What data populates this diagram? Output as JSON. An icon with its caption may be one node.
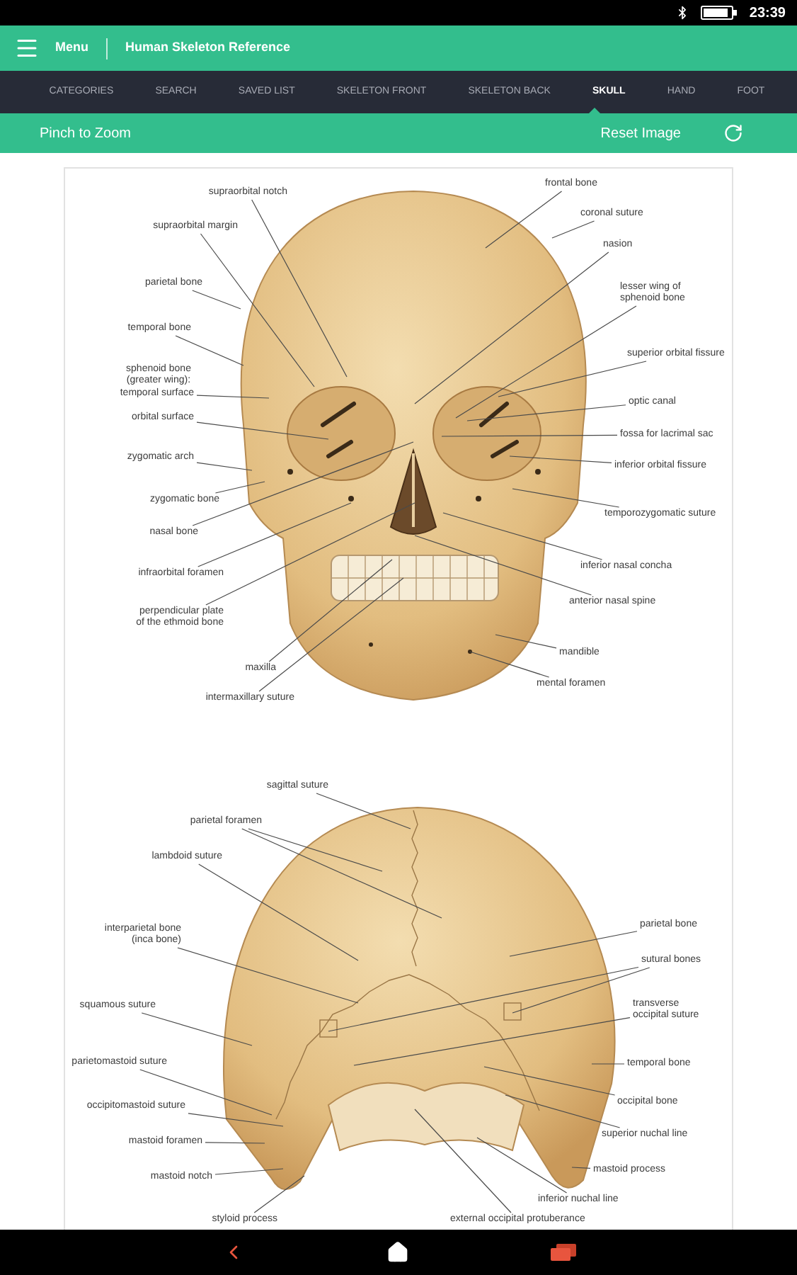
{
  "diagram": {
    "nodes": [
      {
        "text": [
          "supraorbital notch"
        ]
      },
      {
        "text": [
          "supraorbital margin"
        ]
      },
      {
        "text": [
          "parietal bone"
        ]
      },
      {
        "text": [
          "temporal bone"
        ]
      },
      {
        "text": [
          "temporal surface"
        ]
      },
      {
        "text": [
          "orbital surface"
        ]
      },
      {
        "text": [
          "zygomatic arch"
        ]
      },
      {
        "text": [
          "zygomatic bone"
        ]
      },
      {
        "text": [
          "nasal bone"
        ]
      },
      {
        "text": [
          "infraorbital foramen"
        ]
      },
      {
        "text": [
          "perpendicular plate of the ethmoid bone"
        ]
      },
      {
        "text": [
          "maxilla"
        ]
      },
      {
        "text": [
          "intermaxillary suture"
        ]
      },
      {
        "text": [
          "frontal bone"
        ]
      },
      {
        "text": [
          "coronal suture"
        ]
      },
      {
        "text": [
          "nasion"
        ]
      },
      {
        "text": [
          "lesser wing of sphenoid bone"
        ]
      },
      {
        "text": [
          "superior orbital fissure"
        ]
      },
      {
        "text": [
          "optic canal"
        ]
      },
      {
        "text": [
          "fossa for lacrimal sac"
        ]
      },
      {
        "text": [
          "inferior orbital fissure"
        ]
      },
      {
        "text": [
          "temporozygomatic suture"
        ]
      },
      {
        "text": [
          "inferior nasal concha"
        ]
      },
      {
        "text": [
          "anterior nasal spine"
        ]
      },
      {
        "text": [
          "mandible"
        ]
      },
      {
        "text": [
          "mental foramen"
        ]
      },
      {
        "text": [
          "sagittal suture"
        ]
      },
      {
        "text": [
          "parietal foramen"
        ]
      },
      {
        "text": [
          "lambdoid suture"
        ]
      },
      {
        "text": [
          "interparietal bone (inca bone)"
        ]
      },
      {
        "text": [
          "squamous suture"
        ]
      },
      {
        "text": [
          "parietomastoid suture"
        ]
      },
      {
        "text": [
          "occipitomastoid suture"
        ]
      },
      {
        "text": [
          "mastoid foramen"
        ]
      },
      {
        "text": [
          "mastoid notch"
        ]
      },
      {
        "text": [
          "styloid process"
        ]
      },
      {
        "text": [
          "parietal bone"
        ]
      },
      {
        "text": [
          "sutural bones"
        ]
      },
      {
        "text": [
          "transverse occipital suture"
        ]
      },
      {
        "text": [
          "temporal bone"
        ]
      },
      {
        "text": [
          "occipital bone"
        ]
      },
      {
        "text": [
          "superior nuchal line"
        ]
      },
      {
        "text": [
          "mastoid process"
        ]
      },
      {
        "text": [
          "inferior nuchal line"
        ]
      },
      {
        "text": [
          "external occipital protuberance"
        ]
      }
    ],
    "edges": [
      {
        "from": 0,
        "to": null,
        "arrow": "none"
      },
      {
        "from": 1,
        "to": null,
        "arrow": "none"
      },
      {
        "from": 2,
        "to": null,
        "arrow": "none"
      },
      {
        "from": 3,
        "to": null,
        "arrow": "none"
      },
      {
        "from": 4,
        "to": null,
        "arrow": "none"
      },
      {
        "from": 5,
        "to": null,
        "arrow": "none"
      },
      {
        "from": 6,
        "to": null,
        "arrow": "none"
      },
      {
        "from": 7,
        "to": null,
        "arrow": "none"
      },
      {
        "from": 8,
        "to": null,
        "arrow": "none"
      },
      {
        "from": 9,
        "to": null,
        "arrow": "none"
      },
      {
        "from": 10,
        "to": null,
        "arrow": "none"
      },
      {
        "from": 11,
        "to": null,
        "arrow": "none"
      },
      {
        "from": 12,
        "to": null,
        "arrow": "none"
      },
      {
        "from": 13,
        "to": null,
        "arrow": "none"
      },
      {
        "from": 14,
        "to": null,
        "arrow": "none"
      },
      {
        "from": 15,
        "to": null,
        "arrow": "none"
      },
      {
        "from": 16,
        "to": null,
        "arrow": "none"
      },
      {
        "from": 17,
        "to": null,
        "arrow": "none"
      },
      {
        "from": 18,
        "to": null,
        "arrow": "none"
      },
      {
        "from": 19,
        "to": null,
        "arrow": "none"
      },
      {
        "from": 20,
        "to": null,
        "arrow": "none"
      },
      {
        "from": 21,
        "to": null,
        "arrow": "none"
      },
      {
        "from": 22,
        "to": null,
        "arrow": "none"
      },
      {
        "from": 23,
        "to": null,
        "arrow": "none"
      },
      {
        "from": 24,
        "to": null,
        "arrow": "none"
      },
      {
        "from": 25,
        "to": null,
        "arrow": "none"
      },
      {
        "from": 26,
        "to": null,
        "arrow": "none"
      },
      {
        "from": 27,
        "to": null,
        "arrow": "none"
      },
      {
        "from": 27,
        "to": null,
        "arrow": "none"
      },
      {
        "from": 28,
        "to": null,
        "arrow": "none"
      },
      {
        "from": 29,
        "to": null,
        "arrow": "none"
      },
      {
        "from": 30,
        "to": null,
        "arrow": "none"
      },
      {
        "from": 31,
        "to": null,
        "arrow": "none"
      },
      {
        "from": 32,
        "to": null,
        "arrow": "none"
      },
      {
        "from": 33,
        "to": null,
        "arrow": "none"
      },
      {
        "from": 34,
        "to": null,
        "arrow": "none"
      },
      {
        "from": 35,
        "to": null,
        "arrow": "none"
      },
      {
        "from": 36,
        "to": null,
        "arrow": "none"
      },
      {
        "from": 37,
        "to": null,
        "arrow": "none"
      },
      {
        "from": 37,
        "to": null,
        "arrow": "none"
      },
      {
        "from": 38,
        "to": null,
        "arrow": "none"
      },
      {
        "from": 39,
        "to": null,
        "arrow": "none"
      },
      {
        "from": 40,
        "to": null,
        "arrow": "none"
      },
      {
        "from": 41,
        "to": null,
        "arrow": "none"
      },
      {
        "from": 42,
        "to": null,
        "arrow": "none"
      },
      {
        "from": 43,
        "to": null,
        "arrow": "none"
      },
      {
        "from": 44,
        "to": null,
        "arrow": "none"
      }
    ],
    "labels": [
      "23:39",
      "Menu",
      "Human Skeleton Reference",
      "CATEGORIES",
      "SEARCH",
      "SAVED LIST",
      "SKELETON FRONT",
      "SKELETON BACK",
      "SKULL",
      "HAND",
      "FOOT",
      "Pinch to Zoom",
      "Reset Image",
      "sphenoid bone (greater wing):"
    ]
  }
}
